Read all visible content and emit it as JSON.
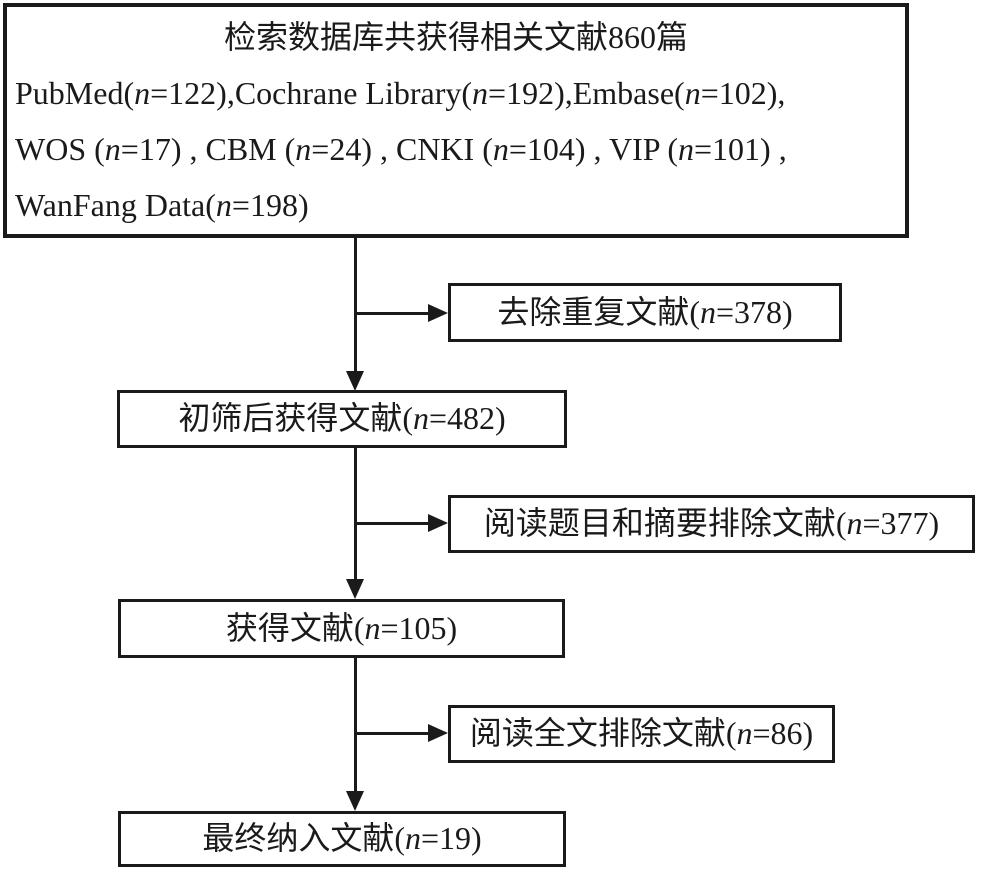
{
  "colors": {
    "ink": "#1a1a1a",
    "background": "#ffffff"
  },
  "boxes": {
    "search": {
      "title": "检索数据库共获得相关文献860篇",
      "lines": [
        [
          {
            "t": "PubMed(",
            "i": false
          },
          {
            "t": "n",
            "i": true
          },
          {
            "t": "=122),Cochrane Library(",
            "i": false
          },
          {
            "t": "n",
            "i": true
          },
          {
            "t": "=192),Embase(",
            "i": false
          },
          {
            "t": "n",
            "i": true
          },
          {
            "t": "=102),",
            "i": false
          }
        ],
        [
          {
            "t": "WOS (",
            "i": false
          },
          {
            "t": "n",
            "i": true
          },
          {
            "t": "=17) , CBM (",
            "i": false
          },
          {
            "t": "n",
            "i": true
          },
          {
            "t": "=24) , CNKI (",
            "i": false
          },
          {
            "t": "n",
            "i": true
          },
          {
            "t": "=104) , VIP (",
            "i": false
          },
          {
            "t": "n",
            "i": true
          },
          {
            "t": "=101) ,",
            "i": false
          }
        ],
        [
          {
            "t": "WanFang Data(",
            "i": false
          },
          {
            "t": "n",
            "i": true
          },
          {
            "t": "=198)",
            "i": false
          }
        ]
      ]
    },
    "dedup_excluded": {
      "segments": [
        {
          "t": "去除重复文献(",
          "i": false
        },
        {
          "t": "n",
          "i": true
        },
        {
          "t": "=378)",
          "i": false
        }
      ]
    },
    "after_initial_screening": {
      "segments": [
        {
          "t": "初筛后获得文献(",
          "i": false
        },
        {
          "t": "n",
          "i": true
        },
        {
          "t": "=482)",
          "i": false
        }
      ]
    },
    "title_abstract_excluded": {
      "segments": [
        {
          "t": "阅读题目和摘要排除文献(",
          "i": false
        },
        {
          "t": "n",
          "i": true
        },
        {
          "t": "=377)",
          "i": false
        }
      ]
    },
    "fulltext_obtained": {
      "segments": [
        {
          "t": "获得文献(",
          "i": false
        },
        {
          "t": "n",
          "i": true
        },
        {
          "t": "=105)",
          "i": false
        }
      ]
    },
    "fulltext_excluded": {
      "segments": [
        {
          "t": "阅读全文排除文献(",
          "i": false
        },
        {
          "t": "n",
          "i": true
        },
        {
          "t": "=86)",
          "i": false
        }
      ]
    },
    "final_included": {
      "segments": [
        {
          "t": "最终纳入文献(",
          "i": false
        },
        {
          "t": "n",
          "i": true
        },
        {
          "t": "=19)",
          "i": false
        }
      ]
    }
  }
}
